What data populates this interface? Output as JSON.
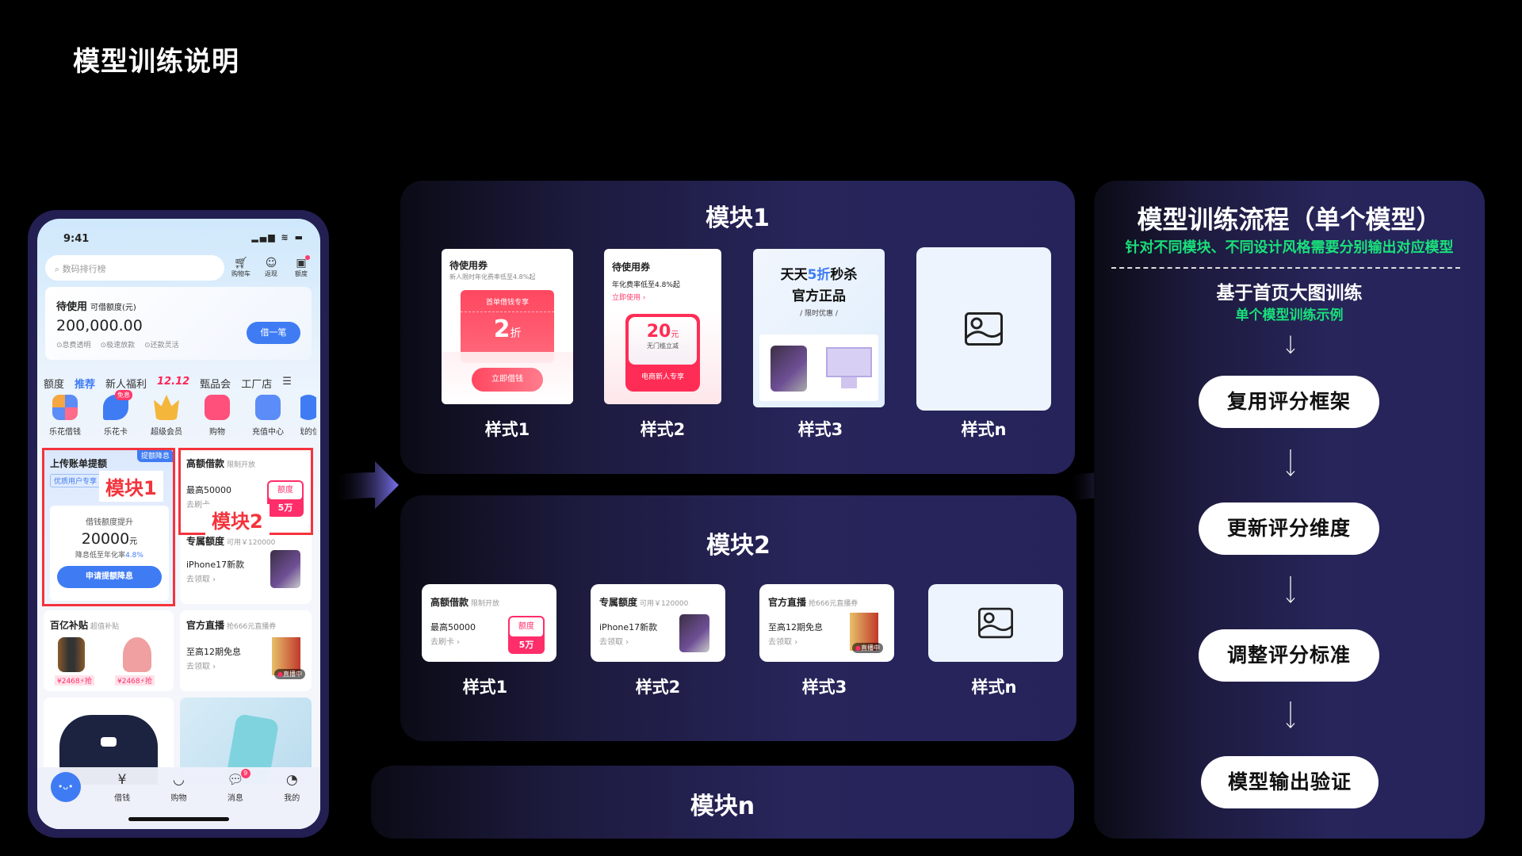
{
  "page_title": "模型训练说明",
  "phone": {
    "status_time": "9:41",
    "search_placeholder": "数码排行榜",
    "top_icons": [
      {
        "icon": "cart-icon",
        "label": "购物车"
      },
      {
        "icon": "cashback-icon",
        "label": "返现"
      },
      {
        "icon": "wallet-icon",
        "label": "额度"
      }
    ],
    "credit": {
      "label": "待使用",
      "sublabel": "可借额度(元)",
      "amount": "200,000.00",
      "features": [
        "息费透明",
        "极速放款",
        "还款灵活"
      ],
      "button": "借一笔"
    },
    "nav_tabs": [
      "额度",
      "推荐",
      "新人福利",
      "12.12",
      "甄品会",
      "工厂店"
    ],
    "apps": [
      {
        "label": "乐花借钱",
        "color": "#5b8cf7"
      },
      {
        "label": "乐花卡",
        "color": "#3f7cf4",
        "badge": "免息"
      },
      {
        "label": "超级会员",
        "color": "#f5b63c"
      },
      {
        "label": "购物",
        "color": "#ff4f7b"
      },
      {
        "label": "充值中心",
        "color": "#5b8cf7"
      },
      {
        "label": "我的信",
        "color": "#3f7cf4"
      }
    ],
    "card_upload": {
      "title": "上传账单提额",
      "tag": "提额降息",
      "chip": "优质用户专享",
      "subtitle": "借钱额度提升",
      "amount": "20000",
      "unit": "元",
      "rate_text": "降息低至年化率",
      "rate": "4.8%",
      "button": "申请提额降息"
    },
    "card_loan": {
      "title": "高额借款",
      "sub": "限制开放",
      "line1": "最高50000",
      "line2": "去刷卡",
      "tag_top": "额度",
      "tag_bottom": "5万"
    },
    "card_quota": {
      "title": "专属额度",
      "sub": "可用￥120000",
      "line1": "iPhone17新款",
      "line2": "去领取"
    },
    "card_subsidy": {
      "title": "百亿补贴",
      "sub": "超值补贴",
      "price1": "¥2468",
      "price2": "¥2468",
      "grab": "抢"
    },
    "card_live": {
      "title": "官方直播",
      "sub": "抢666元直播券",
      "line1": "至高12期免息",
      "line2": "去领取",
      "live": "直播中"
    },
    "module_labels": [
      "模块1",
      "模块2"
    ],
    "tabbar": [
      {
        "icon": "home-mascot-icon",
        "label": ""
      },
      {
        "icon": "yuan-icon",
        "label": "借钱"
      },
      {
        "icon": "bag-icon",
        "label": "购物"
      },
      {
        "icon": "message-icon",
        "label": "消息",
        "badge": "9"
      },
      {
        "icon": "profile-icon",
        "label": "我的"
      }
    ]
  },
  "module1": {
    "title": "模块1",
    "styles": [
      {
        "label": "样式1",
        "card_title": "待使用券",
        "card_sub": "新人限时年化费率低至4.8%起",
        "coupon_head": "首单借钱专享",
        "coupon_value": "2",
        "coupon_unit": "折",
        "button": "立即借钱"
      },
      {
        "label": "样式2",
        "card_title": "待使用券",
        "card_sub": "年化费率低至4.8%起",
        "link": "立即使用 ›",
        "coupon_value": "20",
        "coupon_unit": "元",
        "coupon_desc": "无门槛立减",
        "coupon_foot": "电商新人专享"
      },
      {
        "label": "样式3",
        "line1_a": "天天",
        "line1_b": "5折",
        "line1_c": "秒杀",
        "line2": "官方正品",
        "line3": "/ 限时优惠 /"
      },
      {
        "label": "样式n"
      }
    ]
  },
  "module2": {
    "title": "模块2",
    "styles": [
      {
        "label": "样式1",
        "title": "高额借款",
        "sub": "限制开放",
        "line1": "最高50000",
        "line2": "去刷卡 ›",
        "tag_top": "额度",
        "tag_bottom": "5万"
      },
      {
        "label": "样式2",
        "title": "专属额度",
        "sub": "可用￥120000",
        "line1": "iPhone17新款",
        "line2": "去领取 ›"
      },
      {
        "label": "样式3",
        "title": "官方直播",
        "sub": "抢666元直播券",
        "line1": "至高12期免息",
        "line2": "去领取 ›",
        "live": "直播中"
      },
      {
        "label": "样式n"
      }
    ]
  },
  "module_n": {
    "title": "模块n"
  },
  "flow": {
    "title": "模型训练流程（单个模型）",
    "subtitle": "针对不同模块、不同设计风格需要分别输出对应模型",
    "basis": "基于首页大图训练",
    "basis_sub": "单个模型训练示例",
    "steps": [
      "复用评分框架",
      "更新评分维度",
      "调整评分标准",
      "模型输出验证"
    ]
  },
  "colors": {
    "accent_green": "#19e07a",
    "brand_blue": "#3f7cf4",
    "alert_red": "#f4333c",
    "arrow_purple": "#7b72f0"
  }
}
